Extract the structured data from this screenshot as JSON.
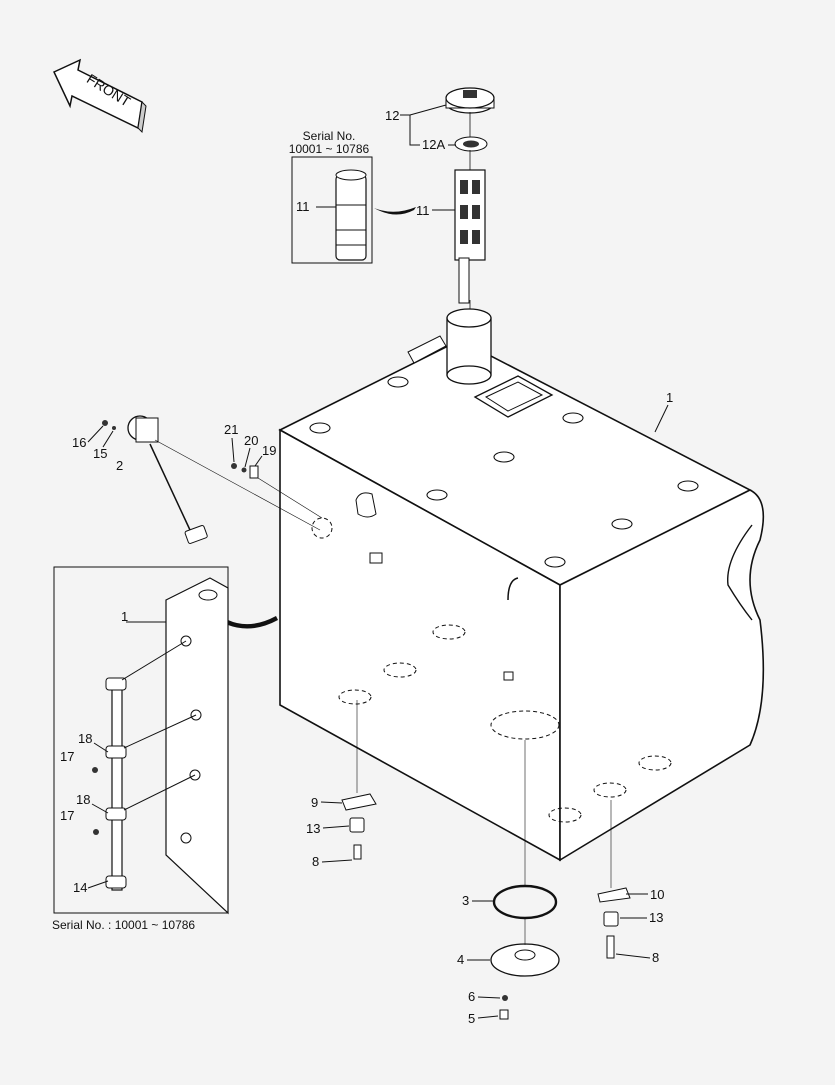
{
  "front_arrow": {
    "text": "FRONT"
  },
  "inset_top": {
    "serial_title": "Serial No.",
    "serial_range": "10001 ~ 10786",
    "part_label": "11"
  },
  "inset_left": {
    "serial_note": "Serial No. : 10001 ~ 10786",
    "labels": [
      "1",
      "18",
      "17",
      "18",
      "17",
      "14"
    ]
  },
  "callouts": [
    "1",
    "2",
    "3",
    "4",
    "5",
    "6",
    "8",
    "8",
    "9",
    "10",
    "11",
    "12",
    "12A",
    "13",
    "13",
    "15",
    "16",
    "19",
    "20",
    "21"
  ]
}
